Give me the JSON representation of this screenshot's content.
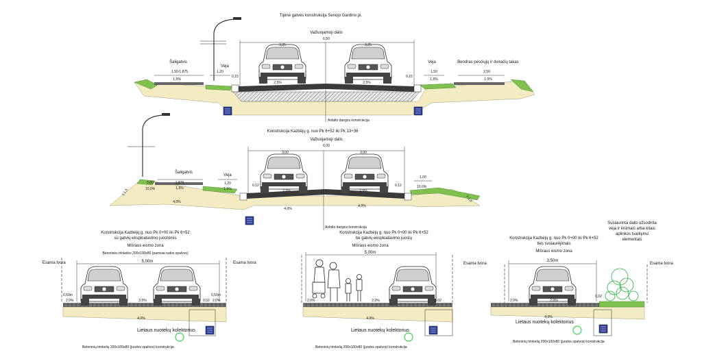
{
  "section1": {
    "title": "Tipinė gatvės konstrukcija Senojo Gardino pl.",
    "carriageway": "Važiuojamoji dalis",
    "width_total": "6,50",
    "lane_left": "3,25",
    "lane_right": "3,25",
    "sidewalk": "Šaligatvis",
    "sidewalk_width": "1,50-1,875",
    "sidewalk_slope": "1,5%",
    "lawn_left": "Veja",
    "lawn_left_width": "1,20",
    "curb_left": "0,15",
    "road_slope_left": "2,5%",
    "road_slope_right": "2,5%",
    "curb_right": "0,15",
    "lawn_right": "Veja",
    "lawn_right_width": "1,50",
    "lawn_right_slope": "1,5%",
    "path": "Bendras pėsčiųjų ir dviračių takas",
    "path_width": "2,50",
    "path_slope": "1,5%",
    "asphalt_note": "Asfalto dangos konstrukcija"
  },
  "section2": {
    "title": "Konstrukcija Kazbėjų g. nuo Pk 6+52 iki Pk 13+36",
    "carriageway": "Važiuojamoji dalis",
    "width_total": "6,00",
    "lane_left": "3,00",
    "lane_right": "3,00",
    "verge_width": "0,60",
    "verge_slope": "10,0%",
    "sidewalk": "Šaligatvis",
    "sidewalk_width": "1,875",
    "sidewalk_slope": "1,5%",
    "lawn": "Veja",
    "lawn_width": "1,20",
    "lawn_slope": "1,5%",
    "curb_left": "0,12",
    "road_slope_left": "2,5%",
    "road_slope_right": "2,5%",
    "curb_right": "0,12",
    "right_width": "1,00",
    "right_slope": "10,0%",
    "slope_left": "1:1,5",
    "slope_right": "1:1,5",
    "base_slope_left": "4,0%",
    "base_slope_mid": "4,0%",
    "base_slope_right": "4,0%",
    "asphalt_note": "Asfalto dangos konstrukcija"
  },
  "section3": {
    "title1": "Konstrukcija Kazbėjų g. nuo Pk 0+00 iki Pk 6+52",
    "title2": "su gatvių eksploatavimo juostomis",
    "zone": "Mišraus eismo zona",
    "paver_note": "Betoninės trinkelės 200x100x80 (pamsiai rudos spalvos)",
    "fence_left": "Esama tvora",
    "fence_right": "Esama tvora",
    "width": "5,00m",
    "edge_left": "0,50m",
    "edge_right": "0,50m",
    "slope_left": "2,0%",
    "slope_mid": "2,0%",
    "slope_right": "2,0%",
    "curb": "0,02",
    "base_slope": "4,0%",
    "collector": "Lietaus nuotekų kolektorius",
    "bottom_note": "Betoninių trinkelių 200x100x80 (juodos spalvos) konstrukcija"
  },
  "section4": {
    "title1": "Konstrukcija Kazbėjų g. nuo Pk 0+00 iki Pk 6+52",
    "title2": "be gatvių eksploatavimo juostų",
    "zone": "Mišraus eismo zona",
    "width": "5,00m",
    "slope_left": "2,0%",
    "slope_mid": "2,0%",
    "curb": "0,02",
    "base_slope": "4,0%",
    "collector": "Lietaus nuotekų kolektorius",
    "bottom_note": "Betoninių trinkelių 200x100x80 (juodos spalvos) konstrukcija"
  },
  "section5": {
    "title1": "Konstrukcija Kazbėjų g. nuo Pk 0+00 iki Pk 6+52",
    "title2": "ties susiaurėjimais",
    "zone": "Mišraus eismo zona",
    "fence_left": "Esama tvora",
    "fence_right": "Esama tvora",
    "width": "3,50m",
    "slope_left": "2,0%",
    "slope_mid": "2,0%",
    "curb": "0,02",
    "base_slope": "4,0%",
    "collector": "Lietaus nuotekų kolektorius",
    "bottom_note": "Betoninių trinkelių 200x100x80 (juodos spalvos) konstrukcija",
    "note_line1": "Susiaurinta dalis užsodinta",
    "note_line2": "veja ir krūmais arba kitais",
    "note_line3": "aplinkos tvarkymo",
    "note_line4": "elementais"
  },
  "colors": {
    "soil": "#f3ecc2",
    "grass": "#7fc04e",
    "drain": "#2c3e9a",
    "asphalt": "#3a3a3a",
    "collector": "#39d24a"
  }
}
